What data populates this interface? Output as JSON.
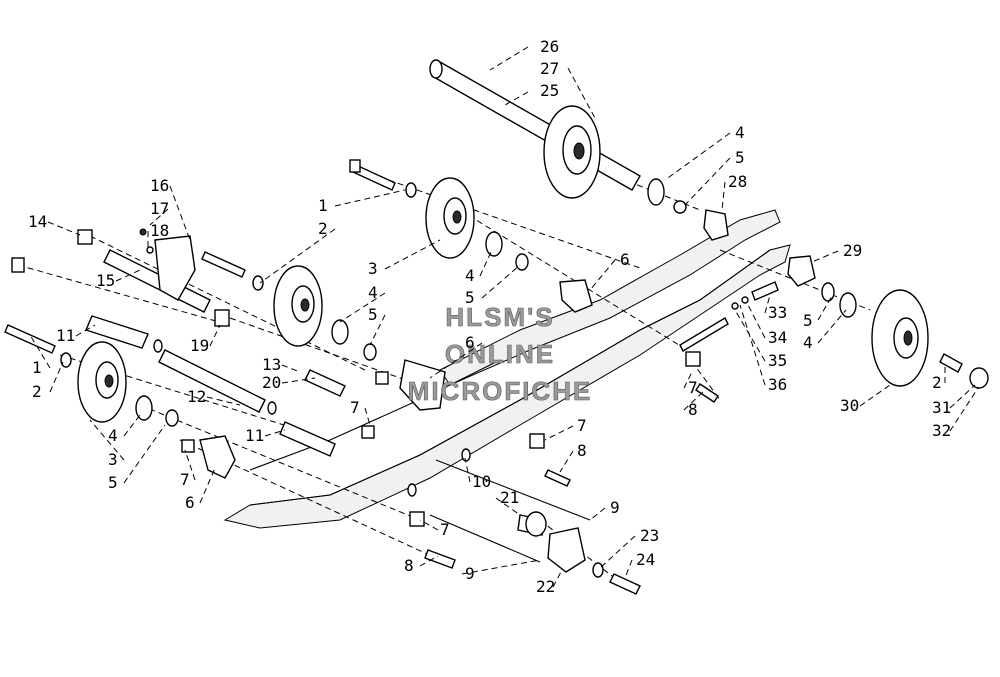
{
  "watermark": {
    "line1": "HLSM'S",
    "line2": "ONLINE",
    "line3": "MICROFICHE"
  },
  "callouts": [
    {
      "id": "c26",
      "text": "26"
    },
    {
      "id": "c27",
      "text": "27"
    },
    {
      "id": "c25",
      "text": "25"
    },
    {
      "id": "c4a",
      "text": "4"
    },
    {
      "id": "c5a",
      "text": "5"
    },
    {
      "id": "c28",
      "text": "28"
    },
    {
      "id": "c16",
      "text": "16"
    },
    {
      "id": "c17",
      "text": "17"
    },
    {
      "id": "c18",
      "text": "18"
    },
    {
      "id": "c14",
      "text": "14"
    },
    {
      "id": "c1a",
      "text": "1"
    },
    {
      "id": "c2a",
      "text": "2"
    },
    {
      "id": "c3a",
      "text": "3"
    },
    {
      "id": "c6a",
      "text": "6"
    },
    {
      "id": "c29",
      "text": "29"
    },
    {
      "id": "c4b",
      "text": "4"
    },
    {
      "id": "c5b",
      "text": "5"
    },
    {
      "id": "c15",
      "text": "15"
    },
    {
      "id": "c4c",
      "text": "4"
    },
    {
      "id": "c5c",
      "text": "5"
    },
    {
      "id": "c33",
      "text": "33"
    },
    {
      "id": "c34",
      "text": "34"
    },
    {
      "id": "c5d",
      "text": "5"
    },
    {
      "id": "c4d",
      "text": "4"
    },
    {
      "id": "c11a",
      "text": "11"
    },
    {
      "id": "c19",
      "text": "19"
    },
    {
      "id": "c6b",
      "text": "6"
    },
    {
      "id": "c35",
      "text": "35"
    },
    {
      "id": "c36",
      "text": "36"
    },
    {
      "id": "c1b",
      "text": "1"
    },
    {
      "id": "c2b",
      "text": "2"
    },
    {
      "id": "c13",
      "text": "13"
    },
    {
      "id": "c20",
      "text": "20"
    },
    {
      "id": "c7a",
      "text": "7"
    },
    {
      "id": "c8a",
      "text": "8"
    },
    {
      "id": "c12",
      "text": "12"
    },
    {
      "id": "c7b",
      "text": "7"
    },
    {
      "id": "c30",
      "text": "30"
    },
    {
      "id": "c2c",
      "text": "2"
    },
    {
      "id": "c31",
      "text": "31"
    },
    {
      "id": "c32",
      "text": "32"
    },
    {
      "id": "c4e",
      "text": "4"
    },
    {
      "id": "c11b",
      "text": "11"
    },
    {
      "id": "c7c",
      "text": "7"
    },
    {
      "id": "c8b",
      "text": "8"
    },
    {
      "id": "c3b",
      "text": "3"
    },
    {
      "id": "c5e",
      "text": "5"
    },
    {
      "id": "c7d",
      "text": "7"
    },
    {
      "id": "c10",
      "text": "10"
    },
    {
      "id": "c6c",
      "text": "6"
    },
    {
      "id": "c21",
      "text": "21"
    },
    {
      "id": "c9a",
      "text": "9"
    },
    {
      "id": "c7e",
      "text": "7"
    },
    {
      "id": "c23",
      "text": "23"
    },
    {
      "id": "c8c",
      "text": "8"
    },
    {
      "id": "c9b",
      "text": "9"
    },
    {
      "id": "c22",
      "text": "22"
    },
    {
      "id": "c24",
      "text": "24"
    }
  ]
}
